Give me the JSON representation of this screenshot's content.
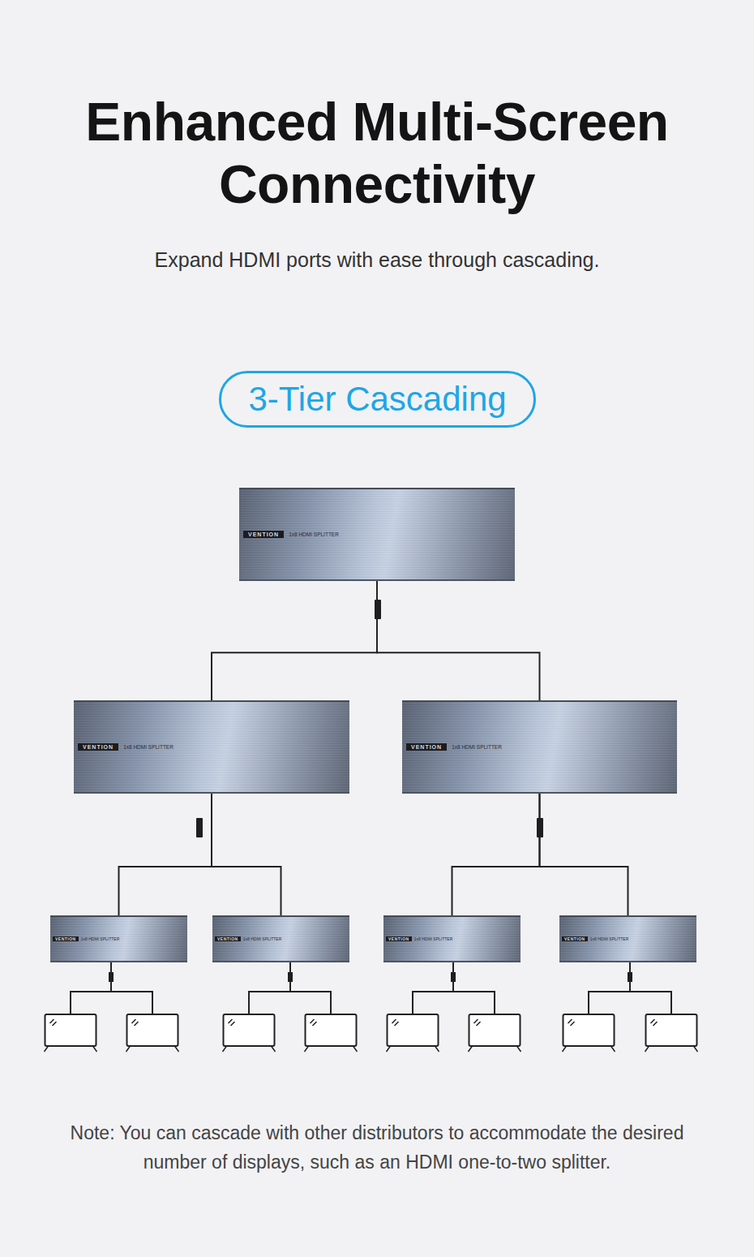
{
  "diagram": {
    "title": "Enhanced Multi-Screen Connectivity",
    "caption": "Note: You can cascade with other distributors to accommodate the desired number of displays, such as an HDMI one-to-two splitter.",
    "nodes": [
      {
        "text": [
          "3-Tier Cascading"
        ]
      },
      {
        "text": [
          "VENTION",
          "1x8 HDMI SPLITTER"
        ]
      },
      {
        "text": [
          "VENTION",
          "1x8 HDMI SPLITTER"
        ]
      },
      {
        "text": [
          "VENTION",
          "1x8 HDMI SPLITTER"
        ]
      },
      {
        "text": [
          "VENTION",
          "1x8 HDMI SPLITTER"
        ]
      },
      {
        "text": [
          "VENTION",
          "1x8 HDMI SPLITTER"
        ]
      },
      {
        "text": [
          "VENTION",
          "1x8 HDMI SPLITTER"
        ]
      },
      {
        "text": [
          "VENTION",
          "1x8 HDMI SPLITTER"
        ]
      }
    ],
    "edges": [
      {
        "from": 1,
        "to": 2,
        "arrow": "none"
      },
      {
        "from": 1,
        "to": 3,
        "arrow": "none"
      },
      {
        "from": 2,
        "to": 4,
        "arrow": "none"
      },
      {
        "from": 2,
        "to": 5,
        "arrow": "none"
      },
      {
        "from": 3,
        "to": 6,
        "arrow": "none"
      },
      {
        "from": 3,
        "to": 7,
        "arrow": "none"
      }
    ],
    "labels": [
      "Expand HDMI ports with ease through cascading."
    ]
  }
}
